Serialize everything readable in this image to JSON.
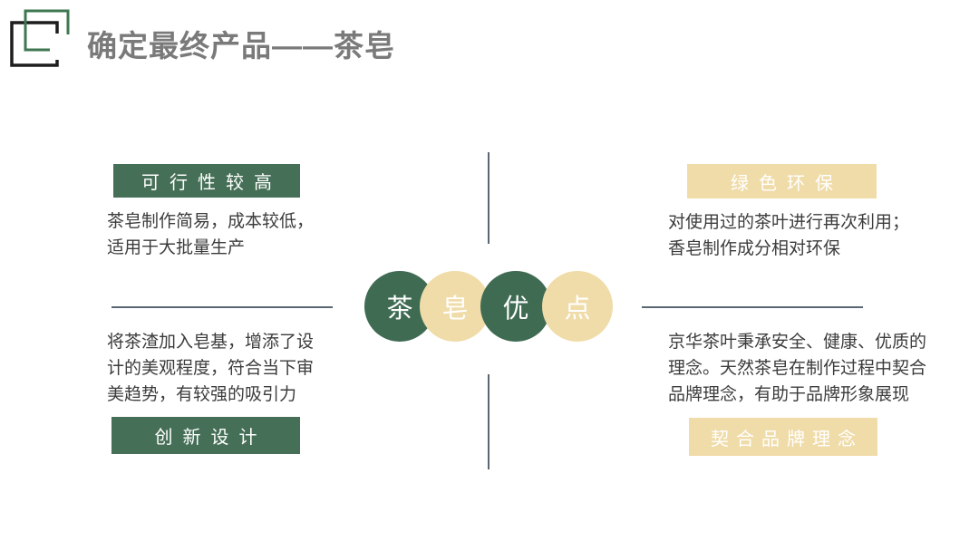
{
  "slide": {
    "title": "确定最终产品——茶皂"
  },
  "colors": {
    "green": "#456F56",
    "circle_green": "#3F6B53",
    "beige": "#F0DCA9",
    "divider": "#5B6673",
    "title_gray": "#7A7A7A",
    "body_text": "#3C3C3C",
    "logo_black": "#1D1D1D",
    "logo_green": "#3E7750"
  },
  "quadrants": {
    "top_left": {
      "label": "可行性较高",
      "body": "茶皂制作简易，成本较低，\n适用于大批量生产"
    },
    "top_right": {
      "label": "绿色环保",
      "body": "对使用过的茶叶进行再次利用；\n香皂制作成分相对环保"
    },
    "bottom_left": {
      "label": "创新设计",
      "body": "将茶渣加入皂基，增添了设\n计的美观程度，符合当下审\n美趋势，有较强的吸引力"
    },
    "bottom_right": {
      "label": "契合品牌理念",
      "body": "京华茶叶秉承安全、健康、优质的\n理念。天然茶皂在制作过程中契合\n品牌理念，有助于品牌形象展现"
    }
  },
  "center_circles": [
    {
      "char": "茶"
    },
    {
      "char": "皂"
    },
    {
      "char": "优"
    },
    {
      "char": "点"
    }
  ]
}
